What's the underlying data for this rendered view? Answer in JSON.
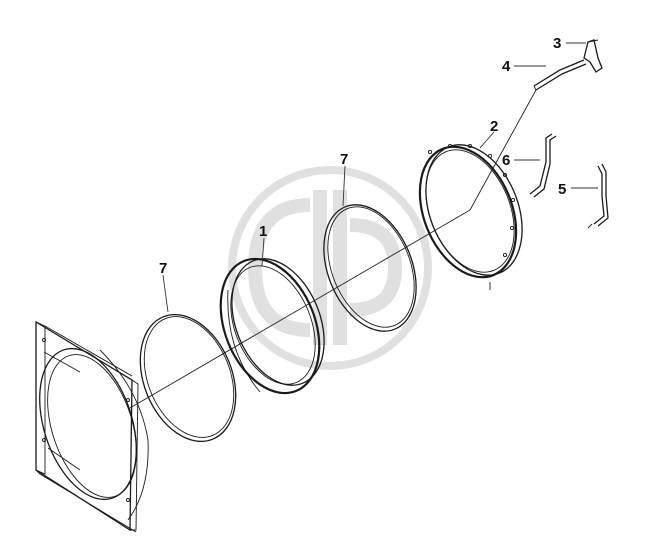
{
  "diagram": {
    "type": "exploded parts diagram",
    "callouts": [
      {
        "id": "c1",
        "label": "1"
      },
      {
        "id": "c2",
        "label": "2"
      },
      {
        "id": "c3",
        "label": "3"
      },
      {
        "id": "c4",
        "label": "4"
      },
      {
        "id": "c5",
        "label": "5"
      },
      {
        "id": "c6",
        "label": "6"
      },
      {
        "id": "c7a",
        "label": "7"
      },
      {
        "id": "c7b",
        "label": "7"
      }
    ],
    "colors": {
      "line": "#1a1a1a",
      "watermark": "#c8c8c8",
      "background": "#ffffff"
    }
  }
}
